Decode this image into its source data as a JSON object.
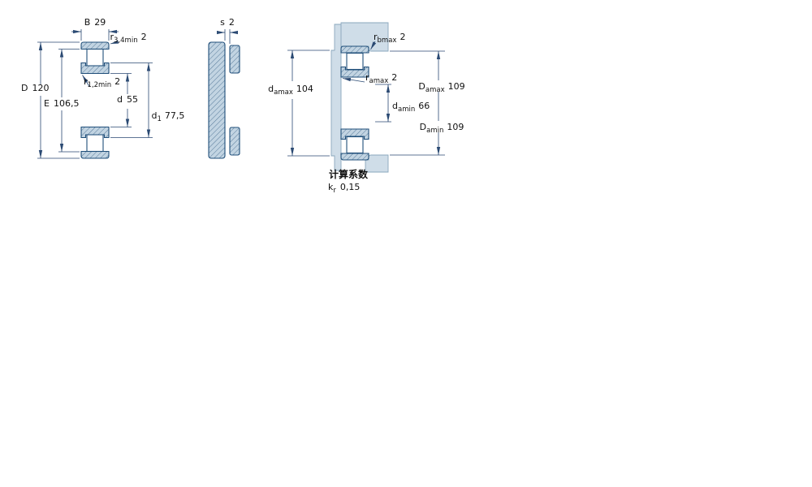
{
  "colors": {
    "part_fill": "#c2d4e2",
    "part_outline": "#1f4e79",
    "background_fill": "#cfdde8",
    "background_outline": "#8aa7bd",
    "dimension_line": "#2b4a73",
    "text": "#111111"
  },
  "front_view": {
    "B": {
      "sym": "B",
      "val": "29"
    },
    "r34": {
      "sym": "r",
      "sub": "3,4min",
      "val": "2"
    },
    "D": {
      "sym": "D",
      "val": "120"
    },
    "E": {
      "sym": "E",
      "val": "106,5"
    },
    "r12": {
      "sym": "r",
      "sub": "1,2min",
      "val": "2"
    },
    "d": {
      "sym": "d",
      "val": "55"
    },
    "d1": {
      "sym": "d",
      "sub": "1",
      "val": "77,5"
    }
  },
  "side_view": {
    "s": {
      "sym": "s",
      "val": "2"
    }
  },
  "mounting_view": {
    "rb": {
      "sym": "r",
      "sub": "bmax",
      "val": "2"
    },
    "ra": {
      "sym": "r",
      "sub": "amax",
      "val": "2"
    },
    "damax": {
      "sym": "d",
      "sub": "amax",
      "val": "104"
    },
    "damin": {
      "sym": "d",
      "sub": "amin",
      "val": "66"
    },
    "Damax": {
      "sym": "D",
      "sub": "amax",
      "val": "109"
    },
    "Damin": {
      "sym": "D",
      "sub": "amin",
      "val": "109"
    }
  },
  "calculation": {
    "heading": "计算系数",
    "kr": {
      "sym": "k",
      "sub": "r",
      "val": "0,15"
    }
  }
}
